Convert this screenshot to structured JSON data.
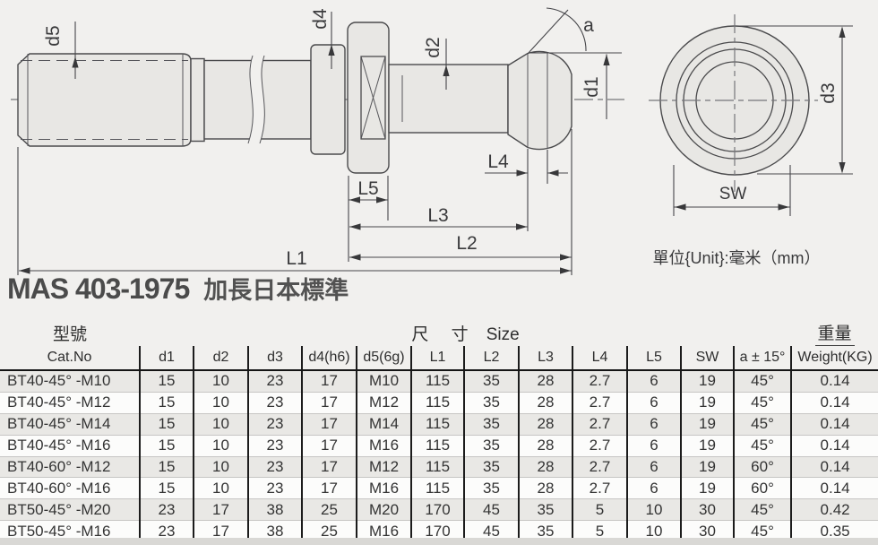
{
  "title": {
    "standard": "MAS 403-1975",
    "subtitle": "加長日本標準"
  },
  "drawing": {
    "labels": {
      "d5": "d5",
      "d4": "d4",
      "d2": "d2",
      "d1": "d1",
      "a": "a",
      "L4": "L4",
      "L5": "L5",
      "L3": "L3",
      "L2": "L2",
      "L1": "L1",
      "d3": "d3",
      "SW": "SW"
    },
    "unit_note": "單位{Unit}:毫米（mm）"
  },
  "table": {
    "group_headers": {
      "model": "型號",
      "size_cn": "尺 寸",
      "size_en": "Size",
      "weight": "重量"
    },
    "columns": [
      "Cat.No",
      "d1",
      "d2",
      "d3",
      "d4(h6)",
      "d5(6g)",
      "L1",
      "L2",
      "L3",
      "L4",
      "L5",
      "SW",
      "a ± 15°",
      "Weight(KG)"
    ],
    "rows": [
      [
        "BT40-45° -M10",
        "15",
        "10",
        "23",
        "17",
        "M10",
        "115",
        "35",
        "28",
        "2.7",
        "6",
        "19",
        "45°",
        "0.14"
      ],
      [
        "BT40-45° -M12",
        "15",
        "10",
        "23",
        "17",
        "M12",
        "115",
        "35",
        "28",
        "2.7",
        "6",
        "19",
        "45°",
        "0.14"
      ],
      [
        "BT40-45° -M14",
        "15",
        "10",
        "23",
        "17",
        "M14",
        "115",
        "35",
        "28",
        "2.7",
        "6",
        "19",
        "45°",
        "0.14"
      ],
      [
        "BT40-45° -M16",
        "15",
        "10",
        "23",
        "17",
        "M16",
        "115",
        "35",
        "28",
        "2.7",
        "6",
        "19",
        "45°",
        "0.14"
      ],
      [
        "BT40-60° -M12",
        "15",
        "10",
        "23",
        "17",
        "M12",
        "115",
        "35",
        "28",
        "2.7",
        "6",
        "19",
        "60°",
        "0.14"
      ],
      [
        "BT40-60° -M16",
        "15",
        "10",
        "23",
        "17",
        "M16",
        "115",
        "35",
        "28",
        "2.7",
        "6",
        "19",
        "60°",
        "0.14"
      ],
      [
        "BT50-45° -M20",
        "23",
        "17",
        "38",
        "25",
        "M20",
        "170",
        "45",
        "35",
        "5",
        "10",
        "30",
        "45°",
        "0.42"
      ],
      [
        "BT50-45° -M16",
        "23",
        "17",
        "38",
        "25",
        "M16",
        "170",
        "45",
        "35",
        "5",
        "10",
        "30",
        "45°",
        "0.35"
      ]
    ]
  }
}
